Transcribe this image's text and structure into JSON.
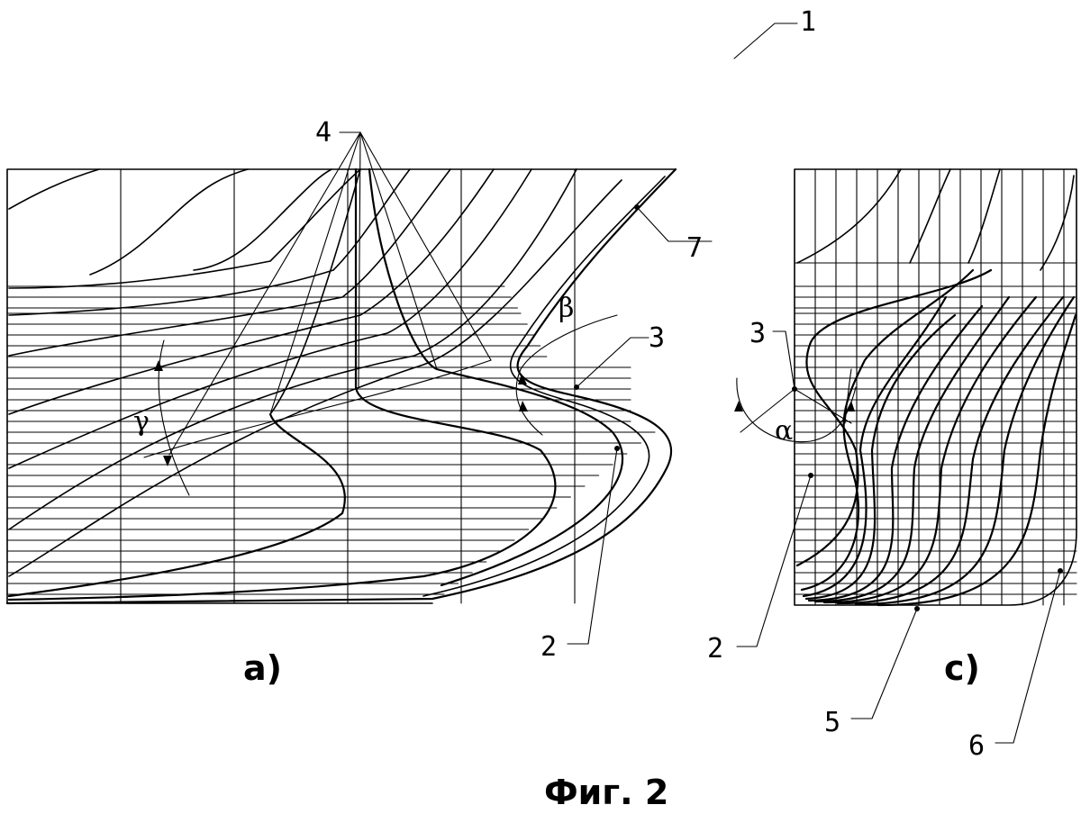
{
  "labels": {
    "n1": "1",
    "n2_left": "2",
    "n2_right": "2",
    "n3_left": "3",
    "n3_right": "3",
    "n4": "4",
    "n5": "5",
    "n6": "6",
    "n7": "7"
  },
  "angles": {
    "beta": "β",
    "gamma": "γ",
    "alpha": "α"
  },
  "captions": {
    "view_a": "а)",
    "view_c": "с)",
    "figure": "Фиг. 2"
  }
}
